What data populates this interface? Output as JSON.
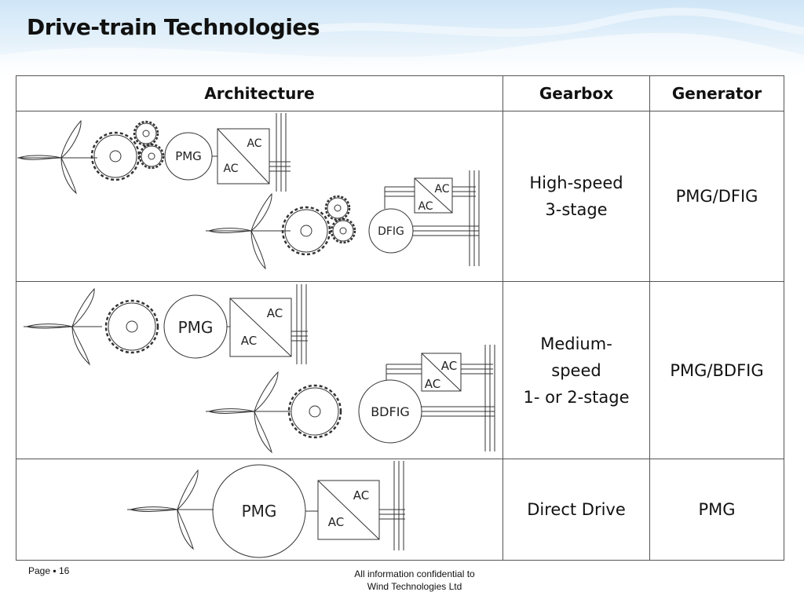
{
  "slide": {
    "title": "Drive-train Technologies"
  },
  "table": {
    "headers": {
      "architecture": "Architecture",
      "gearbox": "Gearbox",
      "generator": "Generator"
    },
    "rows": [
      {
        "gearbox_lines": [
          "High-speed",
          "3-stage"
        ],
        "generator": "PMG/DFIG",
        "diagram": {
          "machine_a": "PMG",
          "converter_a_top": "AC",
          "converter_a_bottom": "AC",
          "machine_b": "DFIG",
          "converter_b_top": "AC",
          "converter_b_bottom": "AC"
        }
      },
      {
        "gearbox_lines": [
          "Medium-",
          "speed",
          "1- or 2-stage"
        ],
        "generator": "PMG/BDFIG",
        "diagram": {
          "machine_a": "PMG",
          "converter_a_top": "AC",
          "converter_a_bottom": "AC",
          "machine_b": "BDFIG",
          "converter_b_top": "AC",
          "converter_b_bottom": "AC"
        }
      },
      {
        "gearbox_lines": [
          "Direct Drive"
        ],
        "generator": "PMG",
        "diagram": {
          "machine_a": "PMG",
          "converter_a_top": "AC",
          "converter_a_bottom": "AC"
        }
      }
    ]
  },
  "footer": {
    "page_label": "Page ▪ 16",
    "confidential_line1": "All information confidential to",
    "confidential_line2": "Wind Technologies Ltd"
  },
  "colors": {
    "background_top": "#cfe6f7",
    "table_border": "#555555",
    "line": "#333333"
  }
}
